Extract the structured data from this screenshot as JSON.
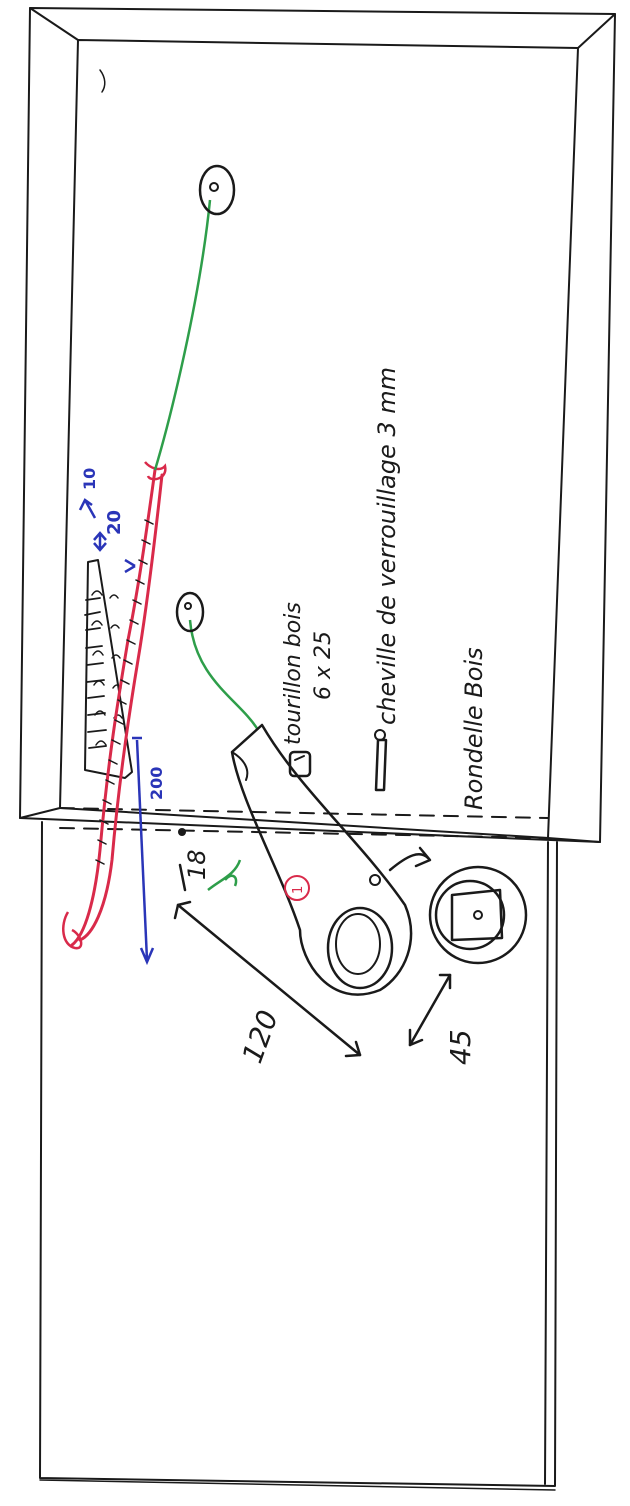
{
  "labels": {
    "tourillon": "tourillon bois",
    "tourillon_size": "6 x 25",
    "cheville": "cheville de verrouillage 3 mm",
    "rondelle": "Rondelle Bois",
    "part_number": "1"
  },
  "dimensions": {
    "d10": "10",
    "d20": "20",
    "d200": "200",
    "d120": "120",
    "d45": "45",
    "d18": "18"
  },
  "colors": {
    "ink": "#1a1a1a",
    "green": "#2e9e4a",
    "red": "#d92a4a",
    "blue": "#2a35b8",
    "paper": "#ffffff"
  }
}
